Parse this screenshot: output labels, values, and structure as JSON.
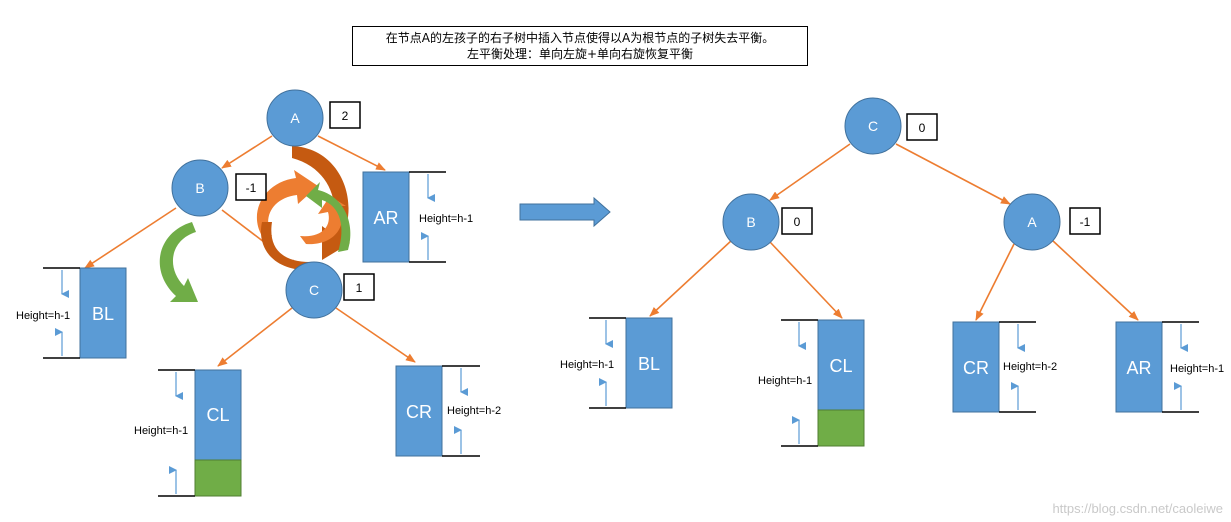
{
  "caption": {
    "line1": "在节点A的左孩子的右子树中插入节点使得以A为根节点的子树失去平衡。",
    "line2": "左平衡处理：单向左旋+单向右旋恢复平衡"
  },
  "before": {
    "nodes": {
      "A": {
        "label": "A",
        "balance": "2"
      },
      "B": {
        "label": "B",
        "balance": "-1"
      },
      "C": {
        "label": "C",
        "balance": "1"
      }
    },
    "subtrees": {
      "AR": {
        "label": "AR",
        "height": "Height=h-1"
      },
      "BL": {
        "label": "BL",
        "height": "Height=h-1"
      },
      "CL": {
        "label": "CL",
        "height": "Height=h-1"
      },
      "CR": {
        "label": "CR",
        "height": "Height=h-2"
      }
    }
  },
  "after": {
    "nodes": {
      "C": {
        "label": "C",
        "balance": "0"
      },
      "B": {
        "label": "B",
        "balance": "0"
      },
      "A": {
        "label": "A",
        "balance": "-1"
      }
    },
    "subtrees": {
      "BL": {
        "label": "BL",
        "height": "Height=h-1"
      },
      "CL": {
        "label": "CL",
        "height": "Height=h-1"
      },
      "CR": {
        "label": "CR",
        "height": "Height=h-2"
      },
      "AR": {
        "label": "AR",
        "height": "Height=h-1"
      }
    }
  },
  "watermark": "https://blog.csdn.net/caoleiwe",
  "colors": {
    "node": "#5b9bd5",
    "node_stroke": "#41719c",
    "edge": "#ed7d31",
    "inserted": "#70ad47",
    "rotate_orange": "#ed7d31",
    "rotate_dark_orange": "#c55a11",
    "rotate_green": "#70ad47",
    "arrow_blue": "#5b9bd5"
  }
}
